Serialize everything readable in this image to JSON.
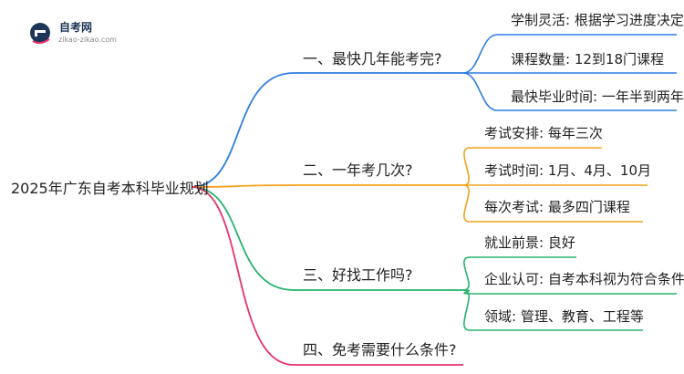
{
  "logo": {
    "name": "自考网",
    "url": "zikao-zikao.com"
  },
  "root": {
    "label": "2025年广东自考本科毕业规划"
  },
  "colors": {
    "blue": "#2f7de1",
    "orange": "#f2a31b",
    "green": "#27b36b",
    "pink": "#e8336b",
    "logo_mark": "#1d3557"
  },
  "branches": [
    {
      "label": "一、最快几年能考完?",
      "color": "#2f7de1",
      "children": [
        "学制灵活: 根据学习进度决定",
        "课程数量: 12到18门课程",
        "最快毕业时间: 一年半到两年"
      ]
    },
    {
      "label": "二、一年考几次?",
      "color": "#f2a31b",
      "children": [
        "考试安排: 每年三次",
        "考试时间: 1月、4月、10月",
        "每次考试: 最多四门课程"
      ]
    },
    {
      "label": "三、好找工作吗?",
      "color": "#27b36b",
      "children": [
        "就业前景: 良好",
        "企业认可: 自考本科视为符合条件",
        "领域: 管理、教育、工程等"
      ]
    },
    {
      "label": "四、免考需要什么条件?",
      "color": "#e8336b",
      "children": []
    }
  ]
}
